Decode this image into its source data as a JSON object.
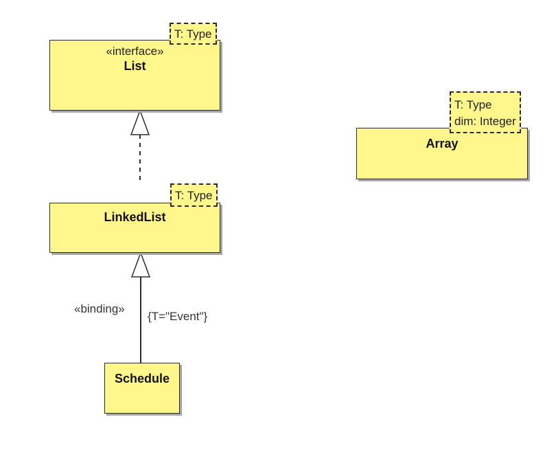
{
  "list": {
    "stereotype": "«interface»",
    "name": "List",
    "template_param": "T: Type"
  },
  "linked_list": {
    "name": "LinkedList",
    "template_param": "T: Type"
  },
  "array": {
    "name": "Array",
    "template_params": [
      "T: Type",
      "dim: Integer"
    ]
  },
  "schedule": {
    "name": "Schedule"
  },
  "binding": {
    "stereotype": "«binding»",
    "substitution": "{T=\"Event\"}"
  },
  "colors": {
    "class_fill": "#fff68c",
    "border": "#2b2b2b",
    "shadow": "#a6a6a6"
  }
}
